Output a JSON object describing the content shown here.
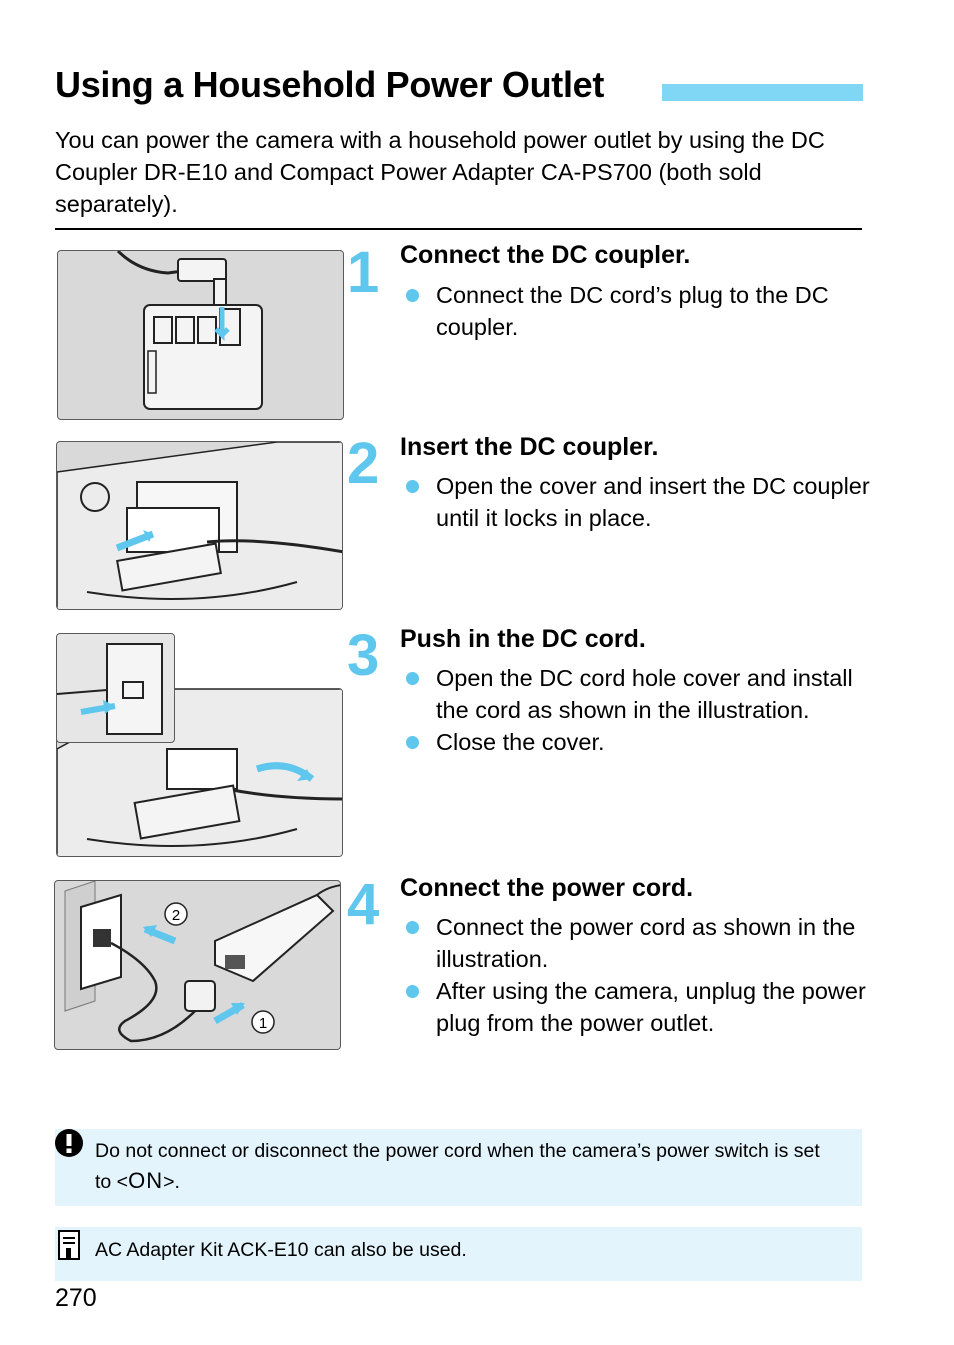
{
  "page": {
    "title": "Using a Household Power Outlet",
    "intro": "You can power the camera with a household power outlet by using the DC Coupler DR-E10 and Compact Power Adapter CA-PS700 (both sold separately).",
    "page_number": "270",
    "accent_color": "#5fc6ee"
  },
  "steps": [
    {
      "number": "1",
      "title": "Connect the DC coupler.",
      "bullets": [
        "Connect the DC cord’s plug to the DC coupler."
      ]
    },
    {
      "number": "2",
      "title": "Insert the DC coupler.",
      "bullets": [
        "Open the cover and insert the DC coupler until it locks in place."
      ]
    },
    {
      "number": "3",
      "title": "Push in the DC cord.",
      "bullets": [
        "Open the DC cord hole cover and install the cord as shown in the illustration.",
        "Close the cover."
      ]
    },
    {
      "number": "4",
      "title": "Connect the power cord.",
      "bullets": [
        "Connect the power cord as shown in the illustration.",
        "After using the camera, unplug the power plug from the power outlet."
      ],
      "callouts": [
        "2",
        "1"
      ]
    }
  ],
  "notices": {
    "caution": {
      "icon": "caution-icon",
      "text_before": "Do not connect or disconnect the power cord when the camera’s power switch is set to <",
      "symbol": "ON",
      "text_after": ">."
    },
    "note": {
      "icon": "memo-icon",
      "text": "AC Adapter Kit ACK-E10 can also be used."
    }
  }
}
